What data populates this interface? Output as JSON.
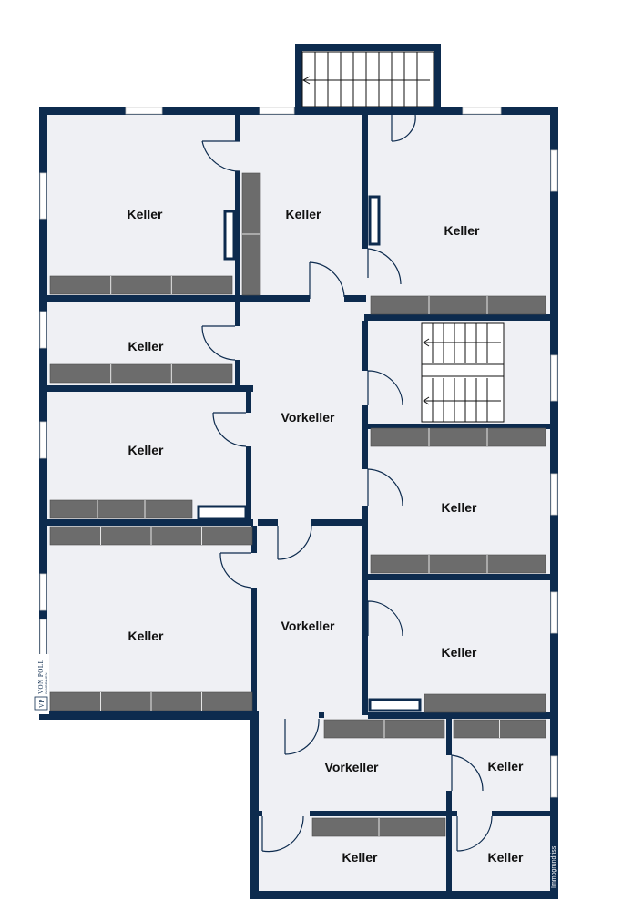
{
  "colors": {
    "wall": "#0d2b4e",
    "floor": "#eff0f4",
    "door": "#0d2b4e",
    "shelf": "#6c6c6c",
    "window": "#ffffff"
  },
  "rooms": [
    {
      "id": "r1",
      "label": "Keller"
    },
    {
      "id": "r2",
      "label": "Keller"
    },
    {
      "id": "r3",
      "label": "Keller"
    },
    {
      "id": "r4",
      "label": "Keller"
    },
    {
      "id": "r5",
      "label": "Vorkeller"
    },
    {
      "id": "r6",
      "label": "Keller"
    },
    {
      "id": "r7",
      "label": "Keller"
    },
    {
      "id": "r8",
      "label": "Keller"
    },
    {
      "id": "r9",
      "label": "Vorkeller"
    },
    {
      "id": "r10",
      "label": "Keller"
    },
    {
      "id": "r11",
      "label": "Vorkeller"
    },
    {
      "id": "r12",
      "label": "Keller"
    },
    {
      "id": "r13",
      "label": "Keller"
    },
    {
      "id": "r14",
      "label": "Keller"
    }
  ],
  "logo": {
    "monogram": "VP",
    "name": "VON POLL",
    "subtitle": "IMMOBILIEN"
  },
  "watermark": "Immogrundriss"
}
